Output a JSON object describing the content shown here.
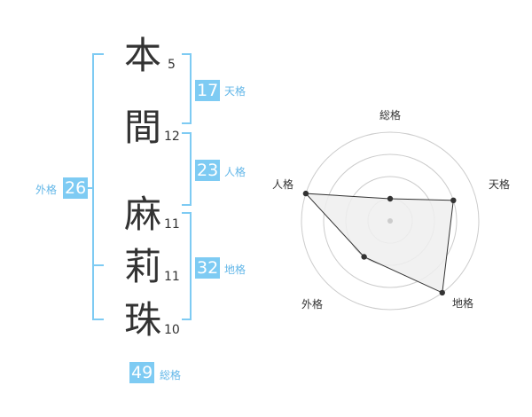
{
  "name": {
    "characters": [
      {
        "char": "本",
        "strokes": "5"
      },
      {
        "char": "間",
        "strokes": "12"
      },
      {
        "char": "麻",
        "strokes": "11"
      },
      {
        "char": "莉",
        "strokes": "11"
      },
      {
        "char": "珠",
        "strokes": "10"
      }
    ]
  },
  "fortunes": {
    "tenkaku": {
      "value": "17",
      "label": "天格"
    },
    "jinkaku": {
      "value": "23",
      "label": "人格"
    },
    "chikaku": {
      "value": "32",
      "label": "地格"
    },
    "gaikaku": {
      "value": "26",
      "label": "外格"
    },
    "soukaku": {
      "value": "49",
      "label": "総格"
    }
  },
  "radar": {
    "axes": [
      "総格",
      "天格",
      "地格",
      "外格",
      "人格"
    ],
    "values": [
      1,
      3,
      4,
      2,
      4
    ],
    "max": 4,
    "rings": 4,
    "colors": {
      "bracket": "#7ecbf3",
      "fill": "#eeeeee",
      "line": "#333333",
      "ring": "#cccccc"
    }
  }
}
